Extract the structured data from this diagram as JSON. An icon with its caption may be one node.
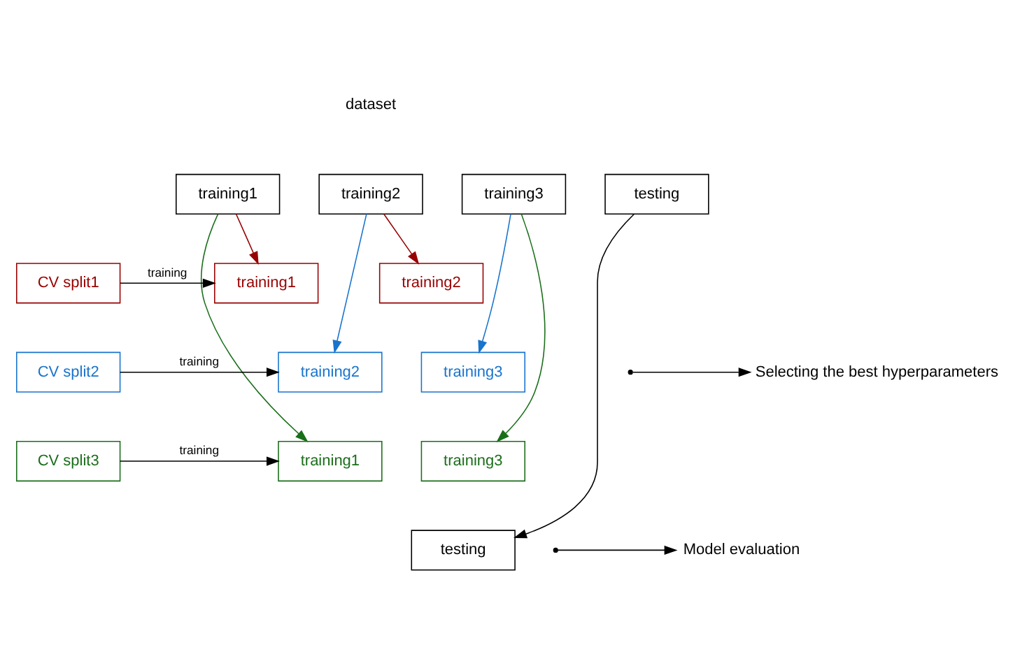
{
  "diagram": {
    "nodes": [
      {
        "text": [
          "training1"
        ]
      },
      {
        "text": [
          "training2"
        ]
      },
      {
        "text": [
          "training3"
        ]
      },
      {
        "text": [
          "testing"
        ]
      },
      {
        "text": [
          "CV split1"
        ]
      },
      {
        "text": [
          "training1"
        ]
      },
      {
        "text": [
          "training2"
        ]
      },
      {
        "text": [
          "CV split2"
        ]
      },
      {
        "text": [
          "training2"
        ]
      },
      {
        "text": [
          "training3"
        ]
      },
      {
        "text": [
          "CV split3"
        ]
      },
      {
        "text": [
          "training1"
        ]
      },
      {
        "text": [
          "training3"
        ]
      },
      {
        "text": [
          "testing"
        ]
      },
      {
        "text": [
          "Selecting the best hyperparameters"
        ]
      },
      {
        "text": [
          "Model evaluation"
        ]
      }
    ],
    "edges": [
      {
        "from": 0,
        "to": 5,
        "arrow": "to",
        "color": "#990000"
      },
      {
        "from": 1,
        "to": 6,
        "arrow": "to",
        "color": "#990000"
      },
      {
        "from": 1,
        "to": 8,
        "arrow": "to",
        "color": "#1874cd"
      },
      {
        "from": 2,
        "to": 9,
        "arrow": "to",
        "color": "#1874cd"
      },
      {
        "from": 0,
        "to": 11,
        "arrow": "to",
        "color": "#1a6e1a"
      },
      {
        "from": 2,
        "to": 12,
        "arrow": "to",
        "color": "#1a6e1a"
      },
      {
        "from": 3,
        "to": 13,
        "arrow": "to",
        "color": "#000000"
      },
      {
        "from": 4,
        "to": 5,
        "arrow": "to",
        "label": "training"
      },
      {
        "from": 7,
        "to": 8,
        "arrow": "to",
        "label": "training"
      },
      {
        "from": 10,
        "to": 11,
        "arrow": "to",
        "label": "training"
      },
      {
        "from": null,
        "to": 14,
        "arrow": "to"
      },
      {
        "from": null,
        "to": 15,
        "arrow": "to"
      }
    ],
    "labels": [
      "dataset"
    ]
  }
}
